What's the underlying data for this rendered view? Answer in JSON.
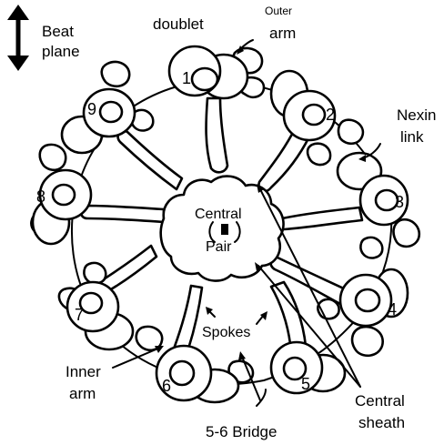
{
  "labels": {
    "beat_line1": "Beat",
    "beat_line2": "plane",
    "doublet": "doublet",
    "outer_arm_line1": "Outer",
    "outer_arm_line2": "arm",
    "nexin_line1": "Nexin",
    "nexin_line2": "link",
    "central_pair_line1": "Central",
    "central_pair_line2": "Pair",
    "spokes": "Spokes",
    "inner_arm_line1": "Inner",
    "inner_arm_line2": "arm",
    "central_sheath_line1": "Central",
    "central_sheath_line2": "sheath",
    "bridge": "5-6 Bridge"
  },
  "doublet_numbers": [
    "1",
    "2",
    "3",
    "4",
    "5",
    "6",
    "7",
    "8",
    "9"
  ]
}
